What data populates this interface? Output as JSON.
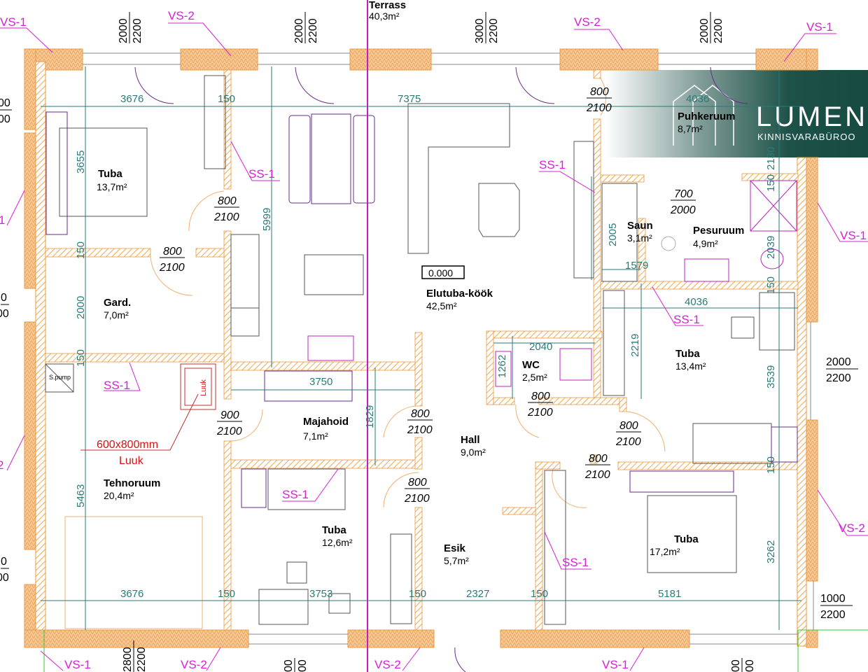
{
  "rooms": [
    {
      "name": "Terrass",
      "area": "40,3m²"
    },
    {
      "name": "Tuba",
      "area": "13,7m²"
    },
    {
      "name": "Gard.",
      "area": "7,0m²"
    },
    {
      "name": "Elutuba-köök",
      "area": "42,5m²"
    },
    {
      "name": "Puhkeruum",
      "area": "8,7m²"
    },
    {
      "name": "Saun",
      "area": "3,1m²"
    },
    {
      "name": "Pesuruum",
      "area": "4,9m²"
    },
    {
      "name": "Tuba",
      "area": "13,4m²"
    },
    {
      "name": "WC",
      "area": "2,5m²"
    },
    {
      "name": "Majahoid",
      "area": "7,1m²"
    },
    {
      "name": "Hall",
      "area": "9,0m²"
    },
    {
      "name": "Tehnoruum",
      "area": "20,4m²"
    },
    {
      "name": "Tuba",
      "area": "12,6m²"
    },
    {
      "name": "Esik",
      "area": "5,7m²"
    },
    {
      "name": "Tuba",
      "area": "17,2m²"
    }
  ],
  "dimensions": [
    "3676",
    "150",
    "7375",
    "4036",
    "4036",
    "2040",
    "3750",
    "1579",
    "3676",
    "150",
    "3753",
    "150",
    "2327",
    "150",
    "5181",
    "3655",
    "5999",
    "150",
    "2000",
    "150",
    "5463",
    "1829",
    "2005",
    "2130",
    "150",
    "2039",
    "150",
    "2219",
    "1262",
    "3539",
    "150",
    "3262"
  ],
  "doors": [
    {
      "w": "800",
      "h": "2100"
    },
    {
      "w": "800",
      "h": "2100"
    },
    {
      "w": "800",
      "h": "2100"
    },
    {
      "w": "700",
      "h": "2000"
    },
    {
      "w": "900",
      "h": "2100"
    },
    {
      "w": "800",
      "h": "2100"
    },
    {
      "w": "800",
      "h": "2100"
    },
    {
      "w": "800",
      "h": "2100"
    },
    {
      "w": "800",
      "h": "2100"
    },
    {
      "w": "800",
      "h": "2100"
    }
  ],
  "windows": [
    {
      "w": "2000",
      "h": "2200"
    },
    {
      "w": "2000",
      "h": "2200"
    },
    {
      "w": "3000",
      "h": "2200"
    },
    {
      "w": "2000",
      "h": "2200"
    },
    {
      "w": "2800",
      "h": "2200"
    },
    {
      "w": "00",
      "h": "00"
    },
    {
      "w": "00",
      "h": "00"
    },
    {
      "w": "2000",
      "h": "2200"
    },
    {
      "w": "1000",
      "h": "2200"
    },
    {
      "w": "00",
      "h": "00"
    },
    {
      "w": "0",
      "h": "00"
    },
    {
      "w": "0",
      "h": "00"
    }
  ],
  "wall_tags": [
    "VS-1",
    "VS-2",
    "VS-2",
    "VS-1",
    "VS-1",
    "VS-2",
    "SS-1",
    "SS-1",
    "SS-1",
    "SS-1",
    "SS-1",
    "SS-1",
    "VS-1",
    "VS-2",
    "VS-2",
    "VS-1",
    "1",
    "2"
  ],
  "misc": {
    "level": "0.000",
    "pump": "S.pump",
    "hatch": "Luuk",
    "hatch_size": "600x800mm",
    "hatch_label": "Luuk"
  },
  "logo": {
    "name": "LUMEN",
    "subtitle": "KINNISVARABÜROO"
  },
  "colors": {
    "wall": "#f0a850",
    "dimension": "#2a7a78",
    "tag": "#d61fd6",
    "axis": "#c020c0",
    "logo": "#1d5248"
  }
}
